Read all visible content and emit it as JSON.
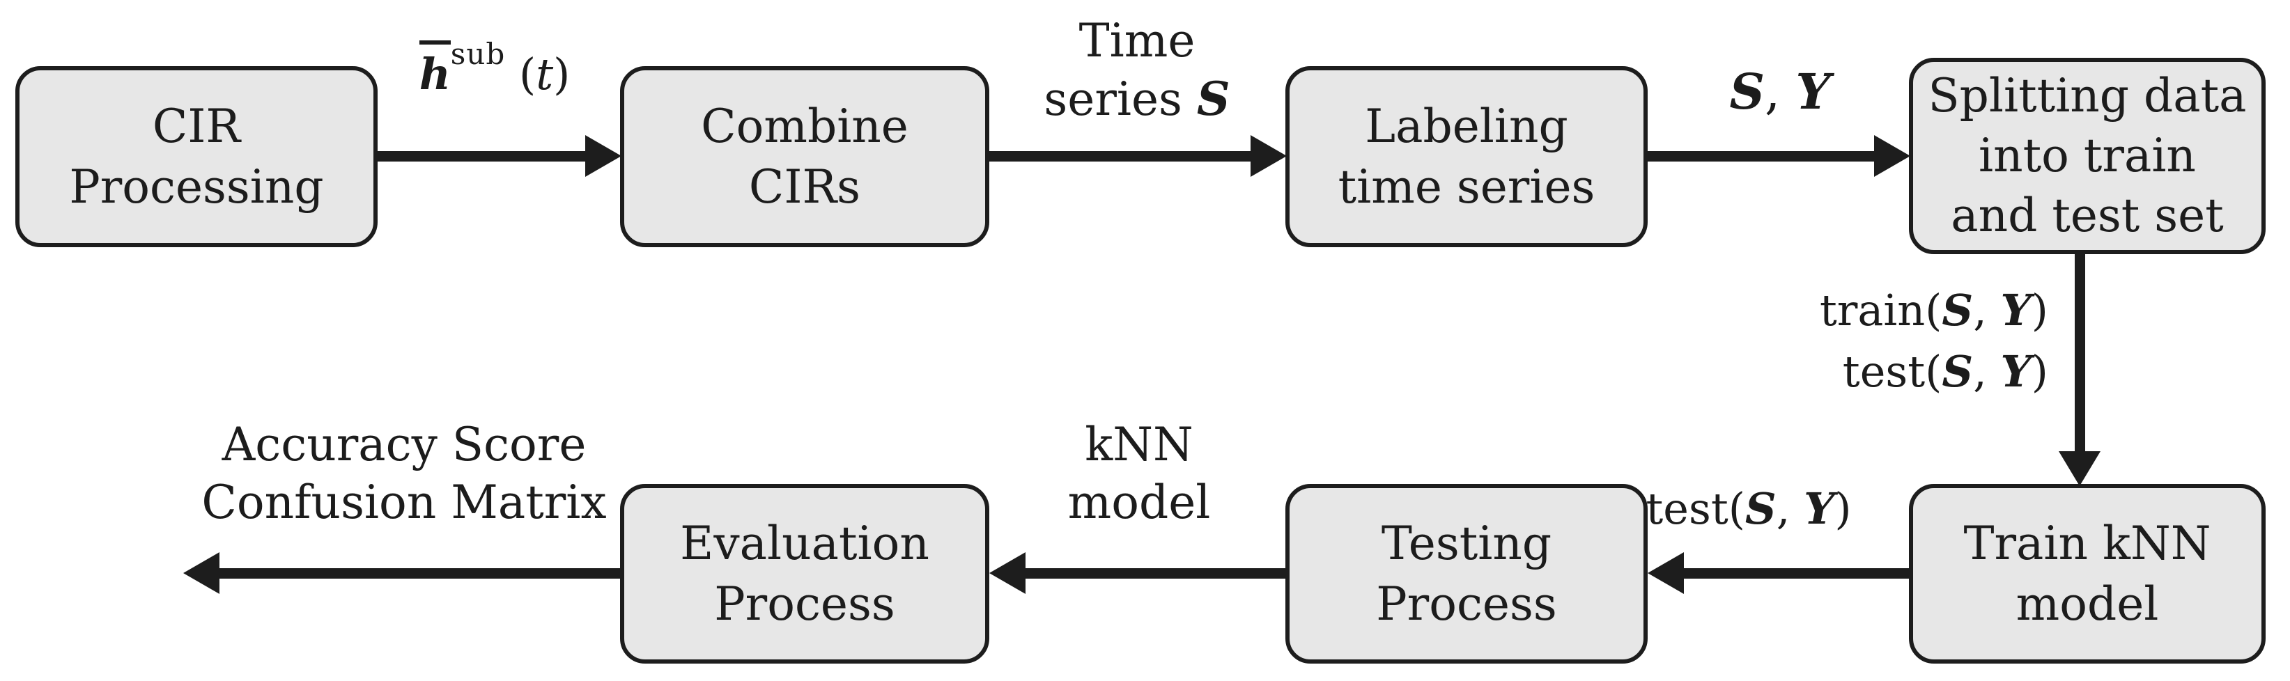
{
  "diagram": {
    "boxes": {
      "cir": {
        "line1": "CIR",
        "line2": "Processing"
      },
      "combine": {
        "line1": "Combine",
        "line2": "CIRs"
      },
      "labeling": {
        "line1": "Labeling",
        "line2": "time series"
      },
      "splitting": {
        "line1": "Splitting data",
        "line2": "into train",
        "line3": "and test set"
      },
      "train_knn": {
        "line1": "Train kNN",
        "line2": "model"
      },
      "testing": {
        "line1": "Testing",
        "line2": "Process"
      },
      "evaluation": {
        "line1": "Evaluation",
        "line2": "Process"
      }
    },
    "labels": {
      "h_base": "h",
      "h_sup": "sub",
      "h_open": "(",
      "h_var": "t",
      "h_close": ")",
      "time_word": "Time",
      "series_word": "series ",
      "script_s": "S",
      "script_y": "Y",
      "comma": ", ",
      "train_fn": "train(",
      "test_fn": "test(",
      "close": ")",
      "knn_l1": "kNN",
      "knn_l2": "model",
      "out_l1": "Accuracy Score",
      "out_l2": "Confusion Matrix"
    },
    "colors": {
      "box_fill": "#e7e7e7",
      "box_border": "#1d1d1d",
      "arrow": "#1d1d1d",
      "text": "#1c1c1c",
      "background": "#ffffff"
    }
  }
}
